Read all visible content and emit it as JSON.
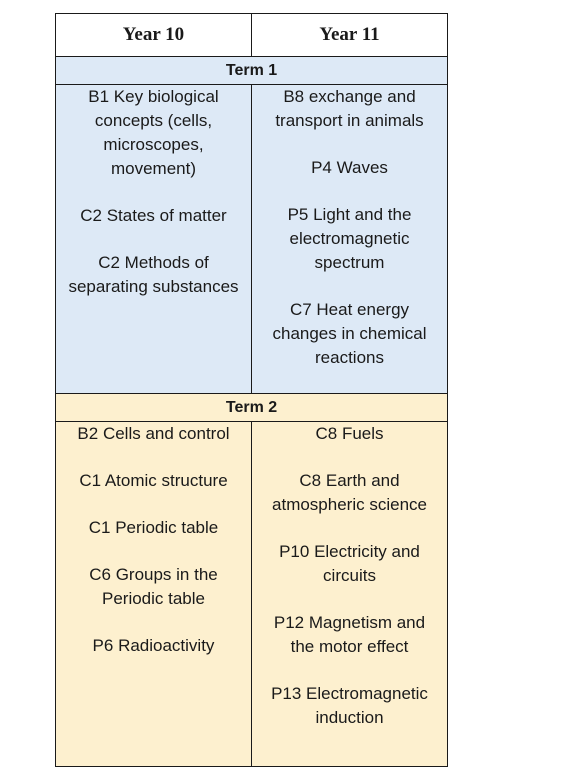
{
  "columns": [
    "Year 10",
    "Year 11"
  ],
  "terms": [
    {
      "label": "Term 1",
      "year10": [
        "B1 Key biological concepts (cells, microscopes, movement)",
        "C2 States of matter",
        "C2 Methods of separating substances"
      ],
      "year11": [
        "B8 exchange and transport in animals",
        "P4 Waves",
        "P5 Light and the electromagnetic spectrum",
        "C7 Heat energy changes in chemical reactions"
      ]
    },
    {
      "label": "Term 2",
      "year10": [
        "B2 Cells and control",
        "C1 Atomic structure",
        "C1 Periodic table",
        "C6 Groups in the Periodic table",
        "P6 Radioactivity"
      ],
      "year11": [
        "C8 Fuels",
        "C8 Earth and atmospheric science",
        "P10 Electricity and circuits",
        "P12 Magnetism and the motor effect",
        "P13 Electromagnetic induction"
      ]
    }
  ]
}
